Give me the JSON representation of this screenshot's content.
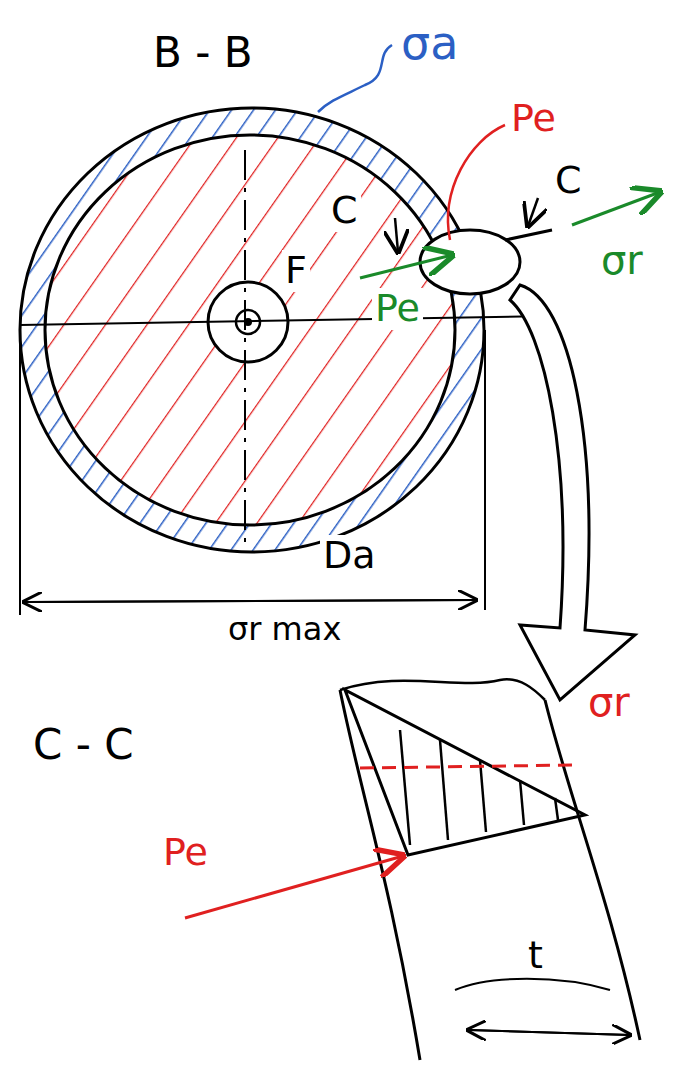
{
  "diagram": {
    "labels": [
      "B - B",
      "σa",
      "Pe",
      "C",
      "C",
      "F",
      "Pe",
      "σr",
      "Da",
      "σr max",
      "C - C",
      "σr",
      "Pe",
      "t"
    ]
  }
}
